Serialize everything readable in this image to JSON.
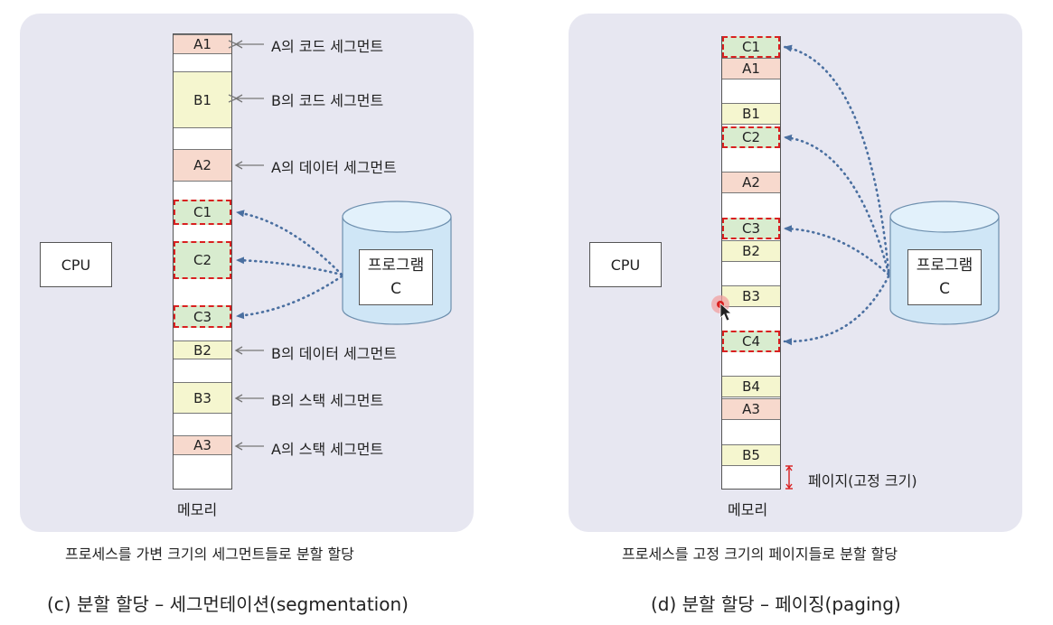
{
  "left": {
    "cpu": "CPU",
    "memory_label": "메모리",
    "blocks": [
      "A1",
      "B1",
      "A2",
      "C1",
      "C2",
      "C3",
      "B2",
      "B3",
      "A3"
    ],
    "segment_labels": [
      "A의 코드 세그먼트",
      "B의 코드 세그먼트",
      "A의 데이터 세그먼트",
      "B의 데이터 세그먼트",
      "B의 스택 세그먼트",
      "A의 스택 세그먼트"
    ],
    "program_title": "프로그램",
    "program_name": "C",
    "caption": "프로세스를 가변 크기의 세그먼트들로 분할 할당",
    "title": "(c) 분할 할당 – 세그먼테이션(segmentation)"
  },
  "right": {
    "cpu": "CPU",
    "memory_label": "메모리",
    "blocks": [
      "C1",
      "A1",
      "B1",
      "C2",
      "A2",
      "C3",
      "B2",
      "B3",
      "C4",
      "B4",
      "A3",
      "B5"
    ],
    "page_label": "페이지(고정 크기)",
    "program_title": "프로그램",
    "program_name": "C",
    "caption": "프로세스를 고정 크기의 페이지들로 분할 할당",
    "title": "(d) 분할 할당 – 페이징(paging)"
  },
  "colors": {
    "panel": "#e7e7f1",
    "pink": "#f7d9cd",
    "yellow": "#f5f6cf",
    "green": "#d8eccf",
    "dashed_red": "#d92020",
    "arrow_blue": "#4a6fa0",
    "cylinder": "#cfe6f6"
  }
}
